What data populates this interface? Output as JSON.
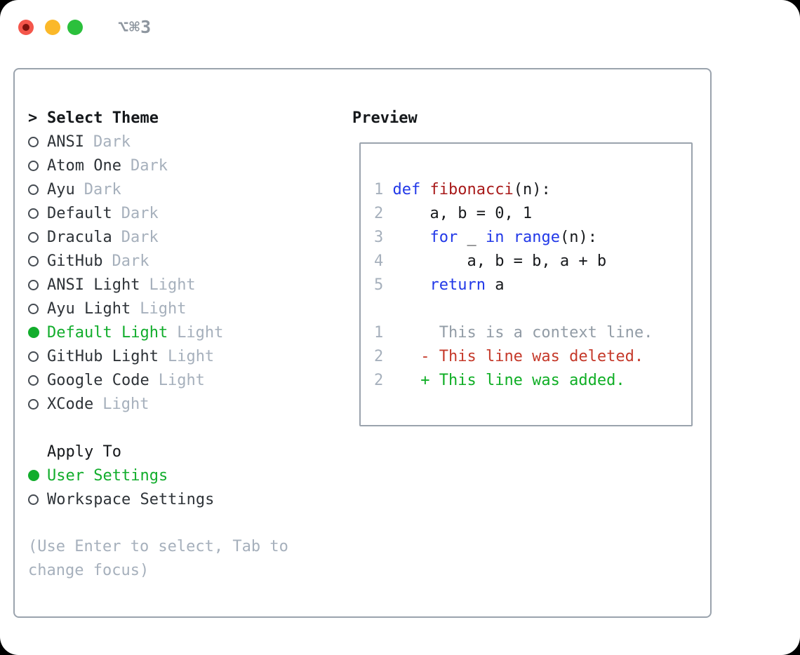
{
  "window": {
    "title_shortcut": "⌥⌘3"
  },
  "colors": {
    "selection_green": "#12ad2c",
    "keyword_blue": "#2138e8",
    "function_red": "#a81a1a",
    "diff_red": "#c5392a",
    "diff_green": "#0fae25",
    "muted_gray": "#a6b0bc",
    "text_dark": "#2e3338",
    "border_gray": "#9aa3ad",
    "traffic_red": "#f4564b",
    "traffic_yellow": "#fbb829",
    "traffic_green": "#2bc03c",
    "title_gray": "#8e969f",
    "context_gray": "#929ca6"
  },
  "theme_picker": {
    "prompt": ">",
    "title": "Select Theme",
    "items": [
      {
        "name": "ANSI",
        "variant": "Dark",
        "selected": false
      },
      {
        "name": "Atom One",
        "variant": "Dark",
        "selected": false
      },
      {
        "name": "Ayu",
        "variant": "Dark",
        "selected": false
      },
      {
        "name": "Default",
        "variant": "Dark",
        "selected": false
      },
      {
        "name": "Dracula",
        "variant": "Dark",
        "selected": false
      },
      {
        "name": "GitHub",
        "variant": "Dark",
        "selected": false
      },
      {
        "name": "ANSI Light",
        "variant": "Light",
        "selected": false
      },
      {
        "name": "Ayu Light",
        "variant": "Light",
        "selected": false
      },
      {
        "name": "Default Light",
        "variant": "Light",
        "selected": true
      },
      {
        "name": "GitHub Light",
        "variant": "Light",
        "selected": false
      },
      {
        "name": "Google Code",
        "variant": "Light",
        "selected": false
      },
      {
        "name": "XCode",
        "variant": "Light",
        "selected": false
      }
    ],
    "apply_to": {
      "title": "Apply To",
      "options": [
        {
          "label": "User Settings",
          "selected": true
        },
        {
          "label": "Workspace Settings",
          "selected": false
        }
      ]
    },
    "hint": "(Use Enter to select, Tab to change focus)"
  },
  "preview": {
    "title": "Preview",
    "code_lines": [
      {
        "num": "1",
        "segments": [
          {
            "text": "def",
            "c": "kw"
          },
          {
            "text": " ",
            "c": "p"
          },
          {
            "text": "fibonacci",
            "c": "fn"
          },
          {
            "text": "(n):",
            "c": "p"
          }
        ]
      },
      {
        "num": "2",
        "segments": [
          {
            "text": "    a, b = 0, 1",
            "c": "p"
          }
        ]
      },
      {
        "num": "3",
        "segments": [
          {
            "text": "    ",
            "c": "p"
          },
          {
            "text": "for",
            "c": "kw"
          },
          {
            "text": " _ ",
            "c": "p"
          },
          {
            "text": "in",
            "c": "kw"
          },
          {
            "text": " ",
            "c": "p"
          },
          {
            "text": "range",
            "c": "kw"
          },
          {
            "text": "(n):",
            "c": "p"
          }
        ]
      },
      {
        "num": "4",
        "segments": [
          {
            "text": "        a, b = b, a + b",
            "c": "p"
          }
        ]
      },
      {
        "num": "5",
        "segments": [
          {
            "text": "    ",
            "c": "p"
          },
          {
            "text": "return",
            "c": "kw"
          },
          {
            "text": " a",
            "c": "p"
          }
        ]
      }
    ],
    "diff_lines": [
      {
        "num": "1",
        "marker": "",
        "text": "This is a context line.",
        "type": "context"
      },
      {
        "num": "2",
        "marker": "-",
        "text": "This line was deleted.",
        "type": "deleted"
      },
      {
        "num": "2",
        "marker": "+",
        "text": "This line was added.",
        "type": "added"
      }
    ]
  }
}
